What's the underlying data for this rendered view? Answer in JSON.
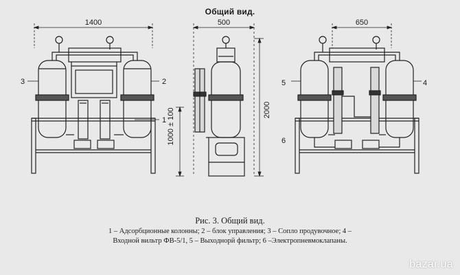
{
  "title": "Общий вид.",
  "dimensions": {
    "width_front": "1400",
    "width_side": "500",
    "width_back": "650",
    "height_total": "2000",
    "height_frame": "1000 ± 100"
  },
  "callouts": {
    "c1": "1",
    "c2": "2",
    "c3": "3",
    "c4": "4",
    "c5": "5",
    "c6": "6"
  },
  "caption": {
    "title": "Рис. 3. Общий вид.",
    "line1": "1 – Адсорбционные колонны; 2 – блок управления; 3 – Сопло продувочное; 4 –",
    "line2": "Входной вильтр ФВ-5/1, 5 – Выходнорй фильтр; 6 –Электропневмоклапаны."
  },
  "watermark": "bazar.ua"
}
